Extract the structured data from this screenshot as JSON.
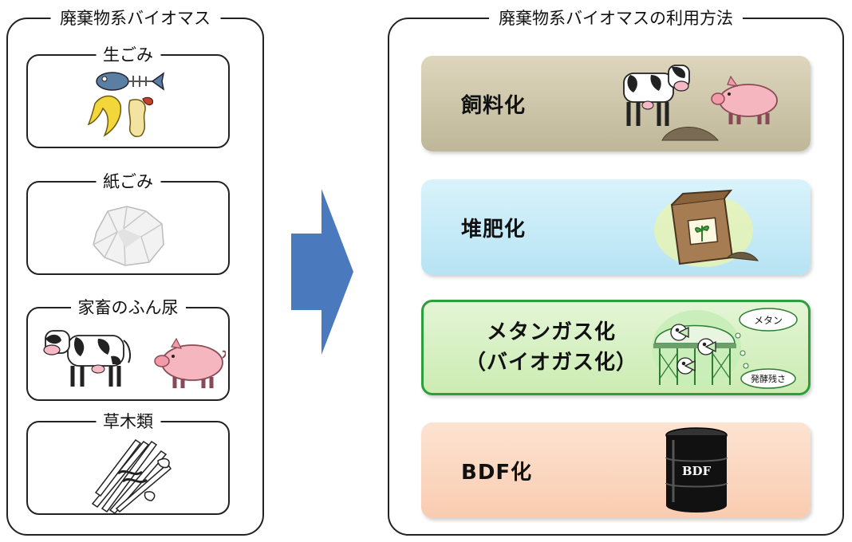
{
  "left_panel": {
    "title": "廃棄物系バイオマス",
    "sources": [
      {
        "label": "生ごみ",
        "icon": "food-waste-icon"
      },
      {
        "label": "紙ごみ",
        "icon": "crumpled-paper-icon"
      },
      {
        "label": "家畜のふん尿",
        "icon": "cow-and-pig-icon"
      },
      {
        "label": "草木類",
        "icon": "bundle-of-branches-icon"
      }
    ]
  },
  "arrow": {
    "color": "#4a7abd",
    "icon": "right-arrow-icon"
  },
  "right_panel": {
    "title": "廃棄物系バイオマスの利用方法",
    "methods": [
      {
        "label": "飼料化",
        "color": "#c9c2a6",
        "icon": "cow-pig-feed-icon"
      },
      {
        "label": "堆肥化",
        "color": "#c6ecf8",
        "icon": "compost-bag-icon"
      },
      {
        "label_line1": "メタンガス化",
        "label_line2": "（バイオガス化）",
        "color": "#d9f0c8",
        "border": "#2e9e3a",
        "icon": "biogas-tank-icon",
        "bubble_top": "メタン",
        "bubble_bottom": "発酵残さ"
      },
      {
        "label": "BDF化",
        "color": "#fbd8c2",
        "icon": "oil-drum-icon",
        "drum_text": "BDF"
      }
    ]
  }
}
